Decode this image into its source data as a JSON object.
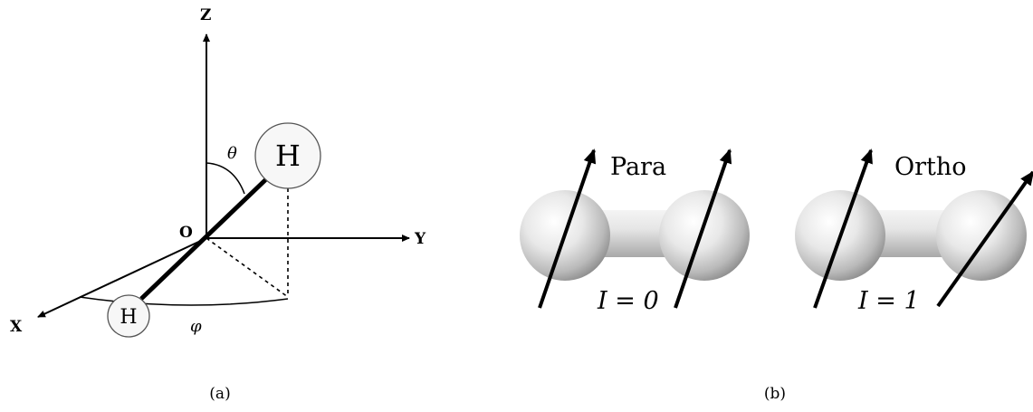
{
  "panel_a": {
    "axis_z": "Z",
    "axis_y": "Y",
    "axis_x": "X",
    "origin": "O",
    "atom_upper": "H",
    "atom_lower": "H",
    "theta": "θ",
    "phi": "φ",
    "caption": "(a)"
  },
  "panel_b": {
    "para_label": "Para",
    "ortho_label": "Ortho",
    "para_spin": "I = 0",
    "ortho_spin": "I = 1",
    "caption": "(b)"
  }
}
